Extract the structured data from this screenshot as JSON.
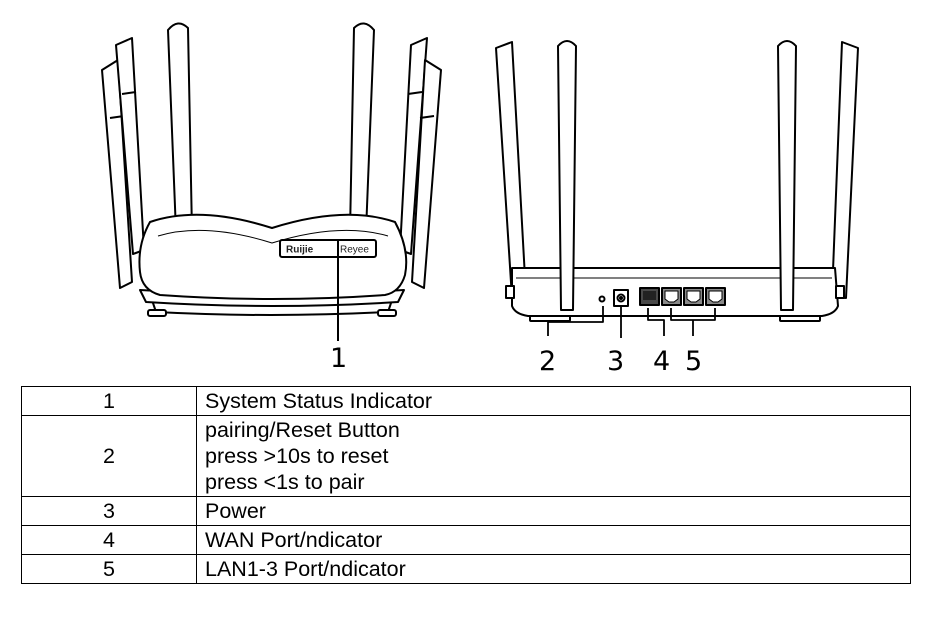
{
  "figure": {
    "front_brand_1": "Ruijie",
    "front_brand_2": "Reyee",
    "callouts": [
      "1",
      "2",
      "3",
      "4",
      "5"
    ]
  },
  "legend": [
    {
      "num": "1",
      "lines": [
        "System Status Indicator"
      ]
    },
    {
      "num": "2",
      "lines": [
        "pairing/Reset Button",
        "press >10s to reset",
        "press <1s to pair"
      ]
    },
    {
      "num": "3",
      "lines": [
        "Power"
      ]
    },
    {
      "num": "4",
      "lines": [
        "WAN Port/ndicator"
      ]
    },
    {
      "num": "5",
      "lines": [
        "LAN1-3 Port/ndicator"
      ]
    }
  ]
}
